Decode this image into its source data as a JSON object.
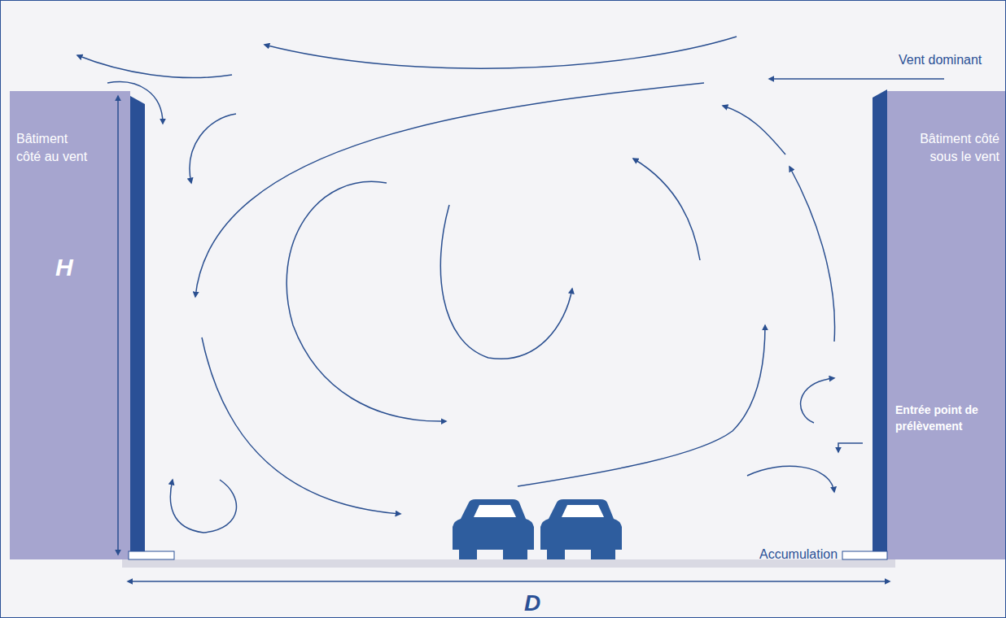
{
  "diagram": {
    "nodes": [
      {
        "text": [
          "Bâtiment côté au vent"
        ]
      },
      {
        "text": [
          "Bâtiment côté sous le vent"
        ]
      }
    ],
    "labels": [
      "H",
      "D",
      "Vent dominant",
      "Entrée point de prélèvement",
      "Accumulation"
    ]
  }
}
